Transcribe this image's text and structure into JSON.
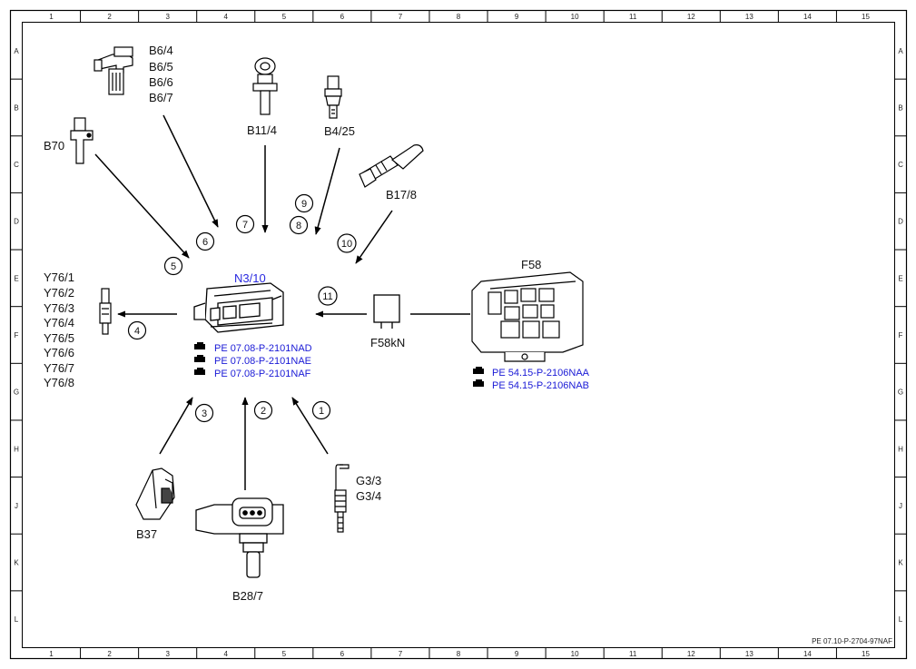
{
  "frame": {
    "columns": [
      "1",
      "2",
      "3",
      "4",
      "5",
      "6",
      "7",
      "8",
      "9",
      "10",
      "11",
      "12",
      "13",
      "14",
      "15"
    ],
    "rows": [
      "A",
      "B",
      "C",
      "D",
      "E",
      "F",
      "G",
      "H",
      "J",
      "K",
      "L"
    ],
    "footer_code": "PE 07.10-P-2704-97NAF"
  },
  "center": {
    "label": "N3/10",
    "refs": [
      "PE 07.08-P-2101NAD",
      "PE 07.08-P-2101NAE",
      "PE 07.08-P-2101NAF"
    ]
  },
  "components": {
    "b6": [
      "B6/4",
      "B6/5",
      "B6/6",
      "B6/7"
    ],
    "b70": "B70",
    "b11_4": "B11/4",
    "b4_25": "B4/25",
    "b17_8": "B17/8",
    "f58": "F58",
    "f58kn": "F58kN",
    "f58_refs": [
      "PE 54.15-P-2106NAA",
      "PE 54.15-P-2106NAB"
    ],
    "y76": [
      "Y76/1",
      "Y76/2",
      "Y76/3",
      "Y76/4",
      "Y76/5",
      "Y76/6",
      "Y76/7",
      "Y76/8"
    ],
    "b37": "B37",
    "b28_7": "B28/7",
    "g3": [
      "G3/3",
      "G3/4"
    ]
  },
  "signals": [
    "1",
    "2",
    "3",
    "4",
    "5",
    "6",
    "7",
    "8",
    "9",
    "10",
    "11"
  ]
}
